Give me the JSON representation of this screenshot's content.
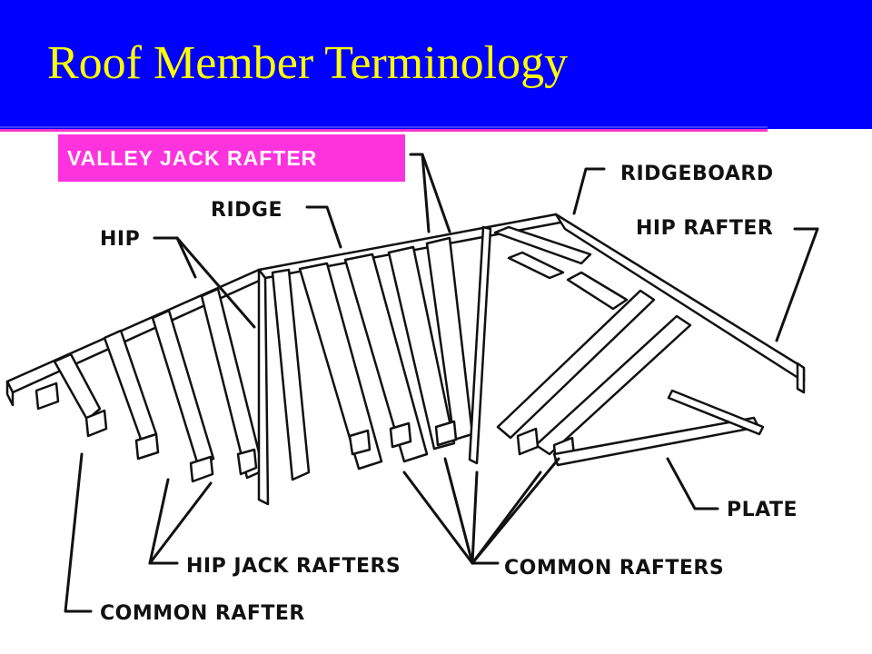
{
  "slide": {
    "title": "Roof Member Terminology",
    "colors": {
      "header": "#0000ff",
      "title": "#ffff00",
      "callout": "#ff33dd"
    }
  },
  "callout": {
    "label": "VALLEY JACK RAFTER"
  },
  "labels": {
    "ridgeboard": "RIDGEBOARD",
    "ridge": "RIDGE",
    "hip": "HIP",
    "hip_rafter": "HIP RAFTER",
    "plate": "PLATE",
    "hip_jack_rafters": "HIP JACK RAFTERS",
    "common_rafters": "COMMON RAFTERS",
    "common_rafter": "COMMON RAFTER"
  }
}
